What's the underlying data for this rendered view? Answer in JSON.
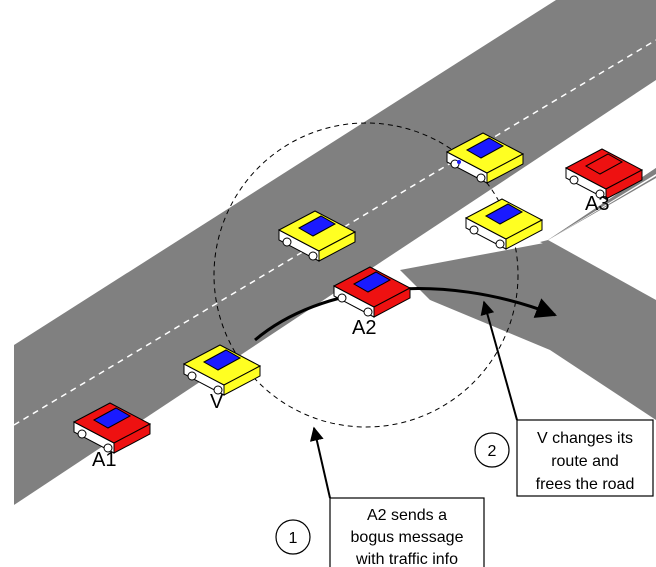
{
  "vehicles": {
    "v": "V",
    "a1": "A1",
    "a2": "A2",
    "a3": "A3"
  },
  "steps": [
    {
      "number": "1",
      "lines": [
        "A2 sends a",
        "bogus message",
        "with traffic info"
      ]
    },
    {
      "number": "2",
      "lines": [
        "V changes its",
        "route and",
        "frees the road"
      ]
    }
  ],
  "colors": {
    "road": "#808080",
    "attacker_car": "#ee1111",
    "normal_car": "#ffff22",
    "car_roof": "#1a1aff"
  }
}
